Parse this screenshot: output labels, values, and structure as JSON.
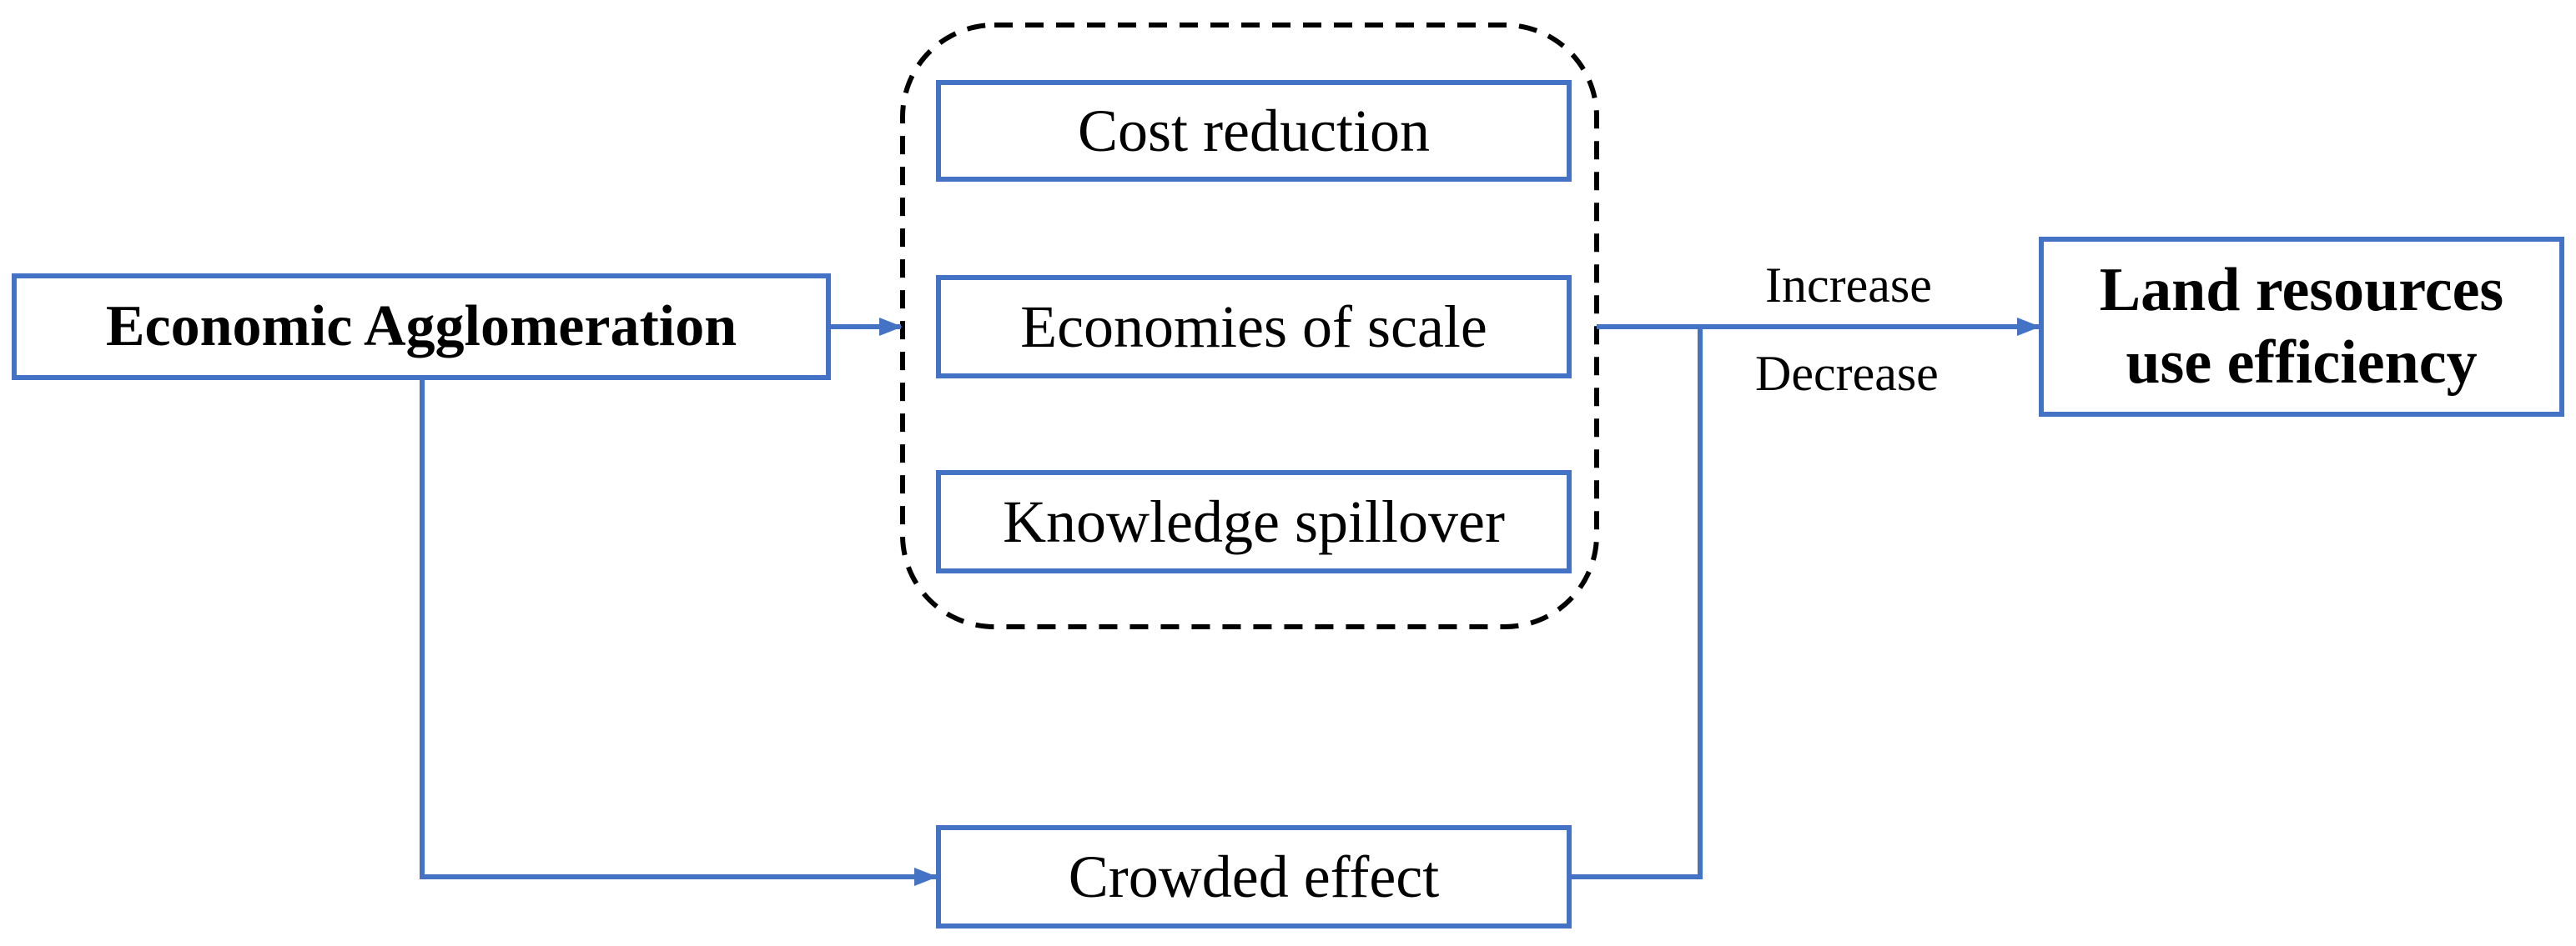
{
  "diagram": {
    "nodes": {
      "economic_agglomeration": "Economic Agglomeration",
      "cost_reduction": "Cost reduction",
      "economies_of_scale": "Economies of scale",
      "knowledge_spillover": "Knowledge spillover",
      "crowded_effect": "Crowded effect",
      "land_resources": {
        "line1": "Land resources",
        "line2": "use efficiency"
      }
    },
    "edge_labels": {
      "increase": "Increase",
      "decrease": "Decrease"
    },
    "colors": {
      "box_border": "#4472C4",
      "connector": "#4472C4",
      "group_border": "#000000",
      "text": "#000000",
      "background": "#FFFFFF"
    }
  }
}
